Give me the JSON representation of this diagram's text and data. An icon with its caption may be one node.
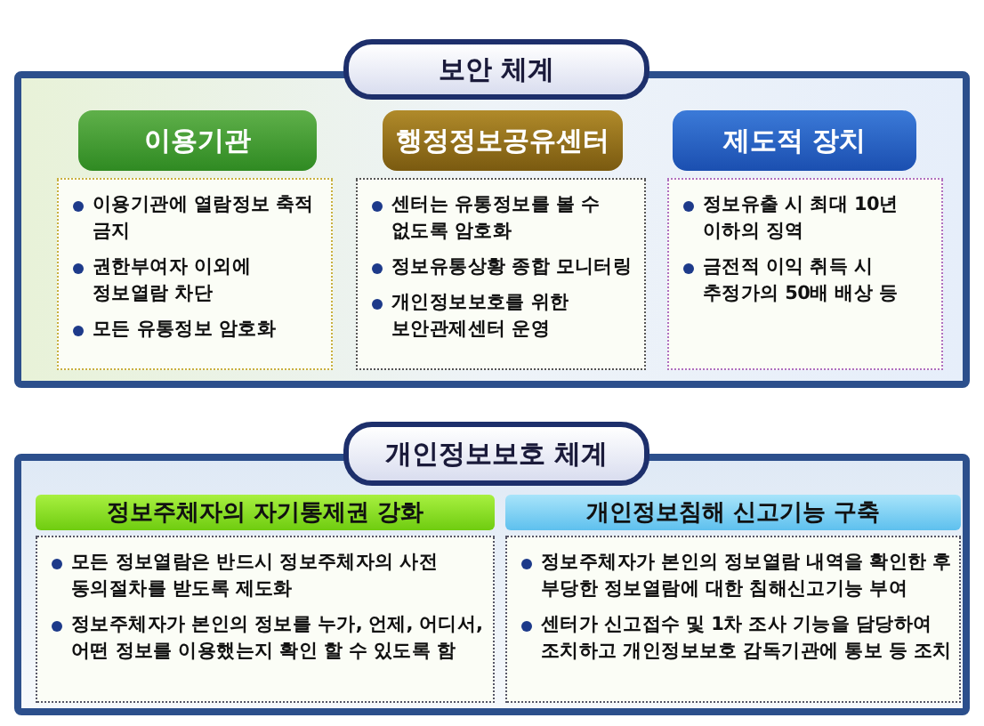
{
  "diagram": {
    "nodes": [
      {
        "text": [
          "보안 체계"
        ]
      },
      {
        "text": [
          "이용기관"
        ],
        "in": 0
      },
      {
        "text": [
          "이용기관에 열람정보 축적 금지",
          "권한부여자 이외에 정보열람 차단",
          "모든 유통정보 암호화"
        ],
        "in": 0
      },
      {
        "text": [
          "행정정보공유센터"
        ],
        "in": 0
      },
      {
        "text": [
          "센터는 유통정보를 볼 수 없도록 암호화",
          "정보유통상황 종합 모니터링",
          "개인정보보호를 위한 보안관제센터 운영"
        ],
        "in": 0
      },
      {
        "text": [
          "제도적 장치"
        ],
        "in": 0
      },
      {
        "text": [
          "정보유출 시 최대 10년 이하의 징역",
          "금전적 이익 취득 시 추정가의 50배 배상 등"
        ],
        "in": 0
      },
      {
        "text": [
          "개인정보보호 체계"
        ]
      },
      {
        "text": [
          "정보주체자의 자기통제권 강화"
        ],
        "in": 7
      },
      {
        "text": [
          "모든 정보열람은 반드시 정보주체자의 사전 동의절차를 받도록 제도화",
          "정보주체자가 본인의 정보를 누가, 언제, 어디서, 어떤 정보를 이용했는지 확인 할 수 있도록 함"
        ],
        "in": 7
      },
      {
        "text": [
          "개인정보침해 신고기능 구축"
        ],
        "in": 7
      },
      {
        "text": [
          "정보주체자가 본인의 정보열람 내역을 확인한 후 부당한 정보열람에 대한 침해신고기능 부여",
          "센터가 신고접수 및 1차 조사 기능을 담당하여 조치하고 개인정보보호 감독기관에 통보 등 조치"
        ],
        "in": 7
      }
    ]
  }
}
